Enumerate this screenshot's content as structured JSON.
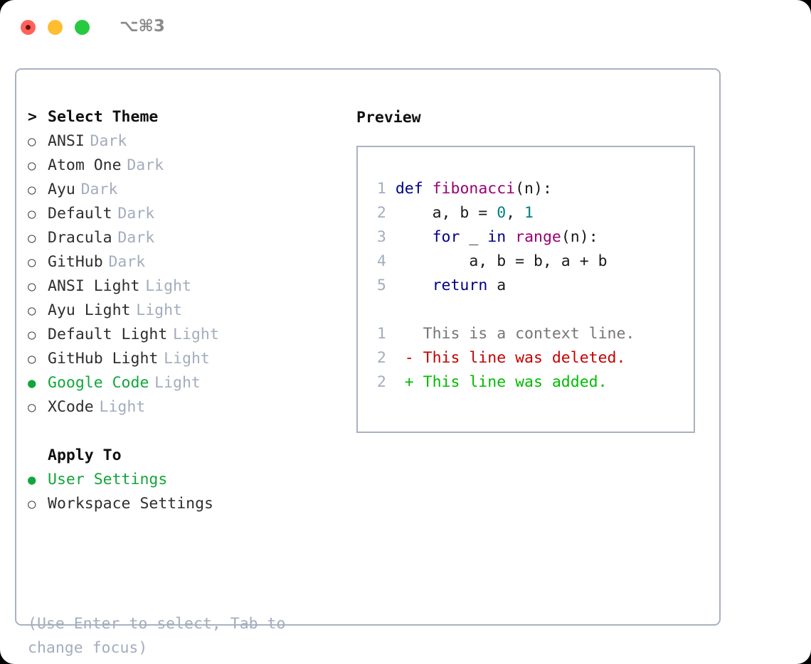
{
  "window": {
    "shortcut": "⌥⌘3",
    "traffic_lights": {
      "close_color": "#ff6259",
      "minimize_color": "#ffbd2f",
      "maximize_color": "#27c93f"
    }
  },
  "colors": {
    "accent_green": "#12a63a",
    "muted": "#a3adbd",
    "border": "#a8b2c2",
    "keyword": "#000087",
    "function": "#990073",
    "number": "#007f7f",
    "diff_context": "#767676",
    "diff_deleted": "#c30000",
    "diff_added": "#00bb00"
  },
  "theme_selector": {
    "caret": ">",
    "header": "Select Theme",
    "bullet_empty": "○",
    "bullet_filled": "●",
    "items": [
      {
        "label": "ANSI",
        "tag": "Dark",
        "selected": false
      },
      {
        "label": "Atom One",
        "tag": "Dark",
        "selected": false
      },
      {
        "label": "Ayu",
        "tag": "Dark",
        "selected": false
      },
      {
        "label": "Default",
        "tag": "Dark",
        "selected": false
      },
      {
        "label": "Dracula",
        "tag": "Dark",
        "selected": false
      },
      {
        "label": "GitHub",
        "tag": "Dark",
        "selected": false
      },
      {
        "label": "ANSI Light",
        "tag": "Light",
        "selected": false
      },
      {
        "label": "Ayu Light",
        "tag": "Light",
        "selected": false
      },
      {
        "label": "Default Light",
        "tag": "Light",
        "selected": false
      },
      {
        "label": "GitHub Light",
        "tag": "Light",
        "selected": false
      },
      {
        "label": "Google Code",
        "tag": "Light",
        "selected": true
      },
      {
        "label": "XCode",
        "tag": "Light",
        "selected": false
      }
    ]
  },
  "apply_to": {
    "header": "Apply To",
    "items": [
      {
        "label": "User Settings",
        "selected": true
      },
      {
        "label": "Workspace Settings",
        "selected": false
      }
    ]
  },
  "hint": "(Use Enter to select, Tab to change focus)",
  "preview": {
    "title": "Preview",
    "code_lines": [
      {
        "num": "1",
        "tokens": [
          {
            "t": "def",
            "c": "kw"
          },
          {
            "t": " ",
            "c": "pl"
          },
          {
            "t": "fibonacci",
            "c": "fn"
          },
          {
            "t": "(n):",
            "c": "pl"
          }
        ]
      },
      {
        "num": "2",
        "tokens": [
          {
            "t": "    a, b = ",
            "c": "pl"
          },
          {
            "t": "0",
            "c": "num"
          },
          {
            "t": ", ",
            "c": "pl"
          },
          {
            "t": "1",
            "c": "num"
          }
        ]
      },
      {
        "num": "3",
        "tokens": [
          {
            "t": "    ",
            "c": "pl"
          },
          {
            "t": "for",
            "c": "kw"
          },
          {
            "t": " _ ",
            "c": "pl"
          },
          {
            "t": "in",
            "c": "kw"
          },
          {
            "t": " ",
            "c": "pl"
          },
          {
            "t": "range",
            "c": "fn"
          },
          {
            "t": "(n):",
            "c": "pl"
          }
        ]
      },
      {
        "num": "4",
        "tokens": [
          {
            "t": "        a, b = b, a + b",
            "c": "pl"
          }
        ]
      },
      {
        "num": "5",
        "tokens": [
          {
            "t": "    ",
            "c": "pl"
          },
          {
            "t": "return",
            "c": "kw"
          },
          {
            "t": " a",
            "c": "pl"
          }
        ]
      }
    ],
    "diff_lines": [
      {
        "num": "1",
        "marker": " ",
        "text": "This is a context line.",
        "kind": "ctx"
      },
      {
        "num": "2",
        "marker": "-",
        "text": "This line was deleted.",
        "kind": "del"
      },
      {
        "num": "2",
        "marker": "+",
        "text": "This line was added.",
        "kind": "add"
      }
    ]
  }
}
